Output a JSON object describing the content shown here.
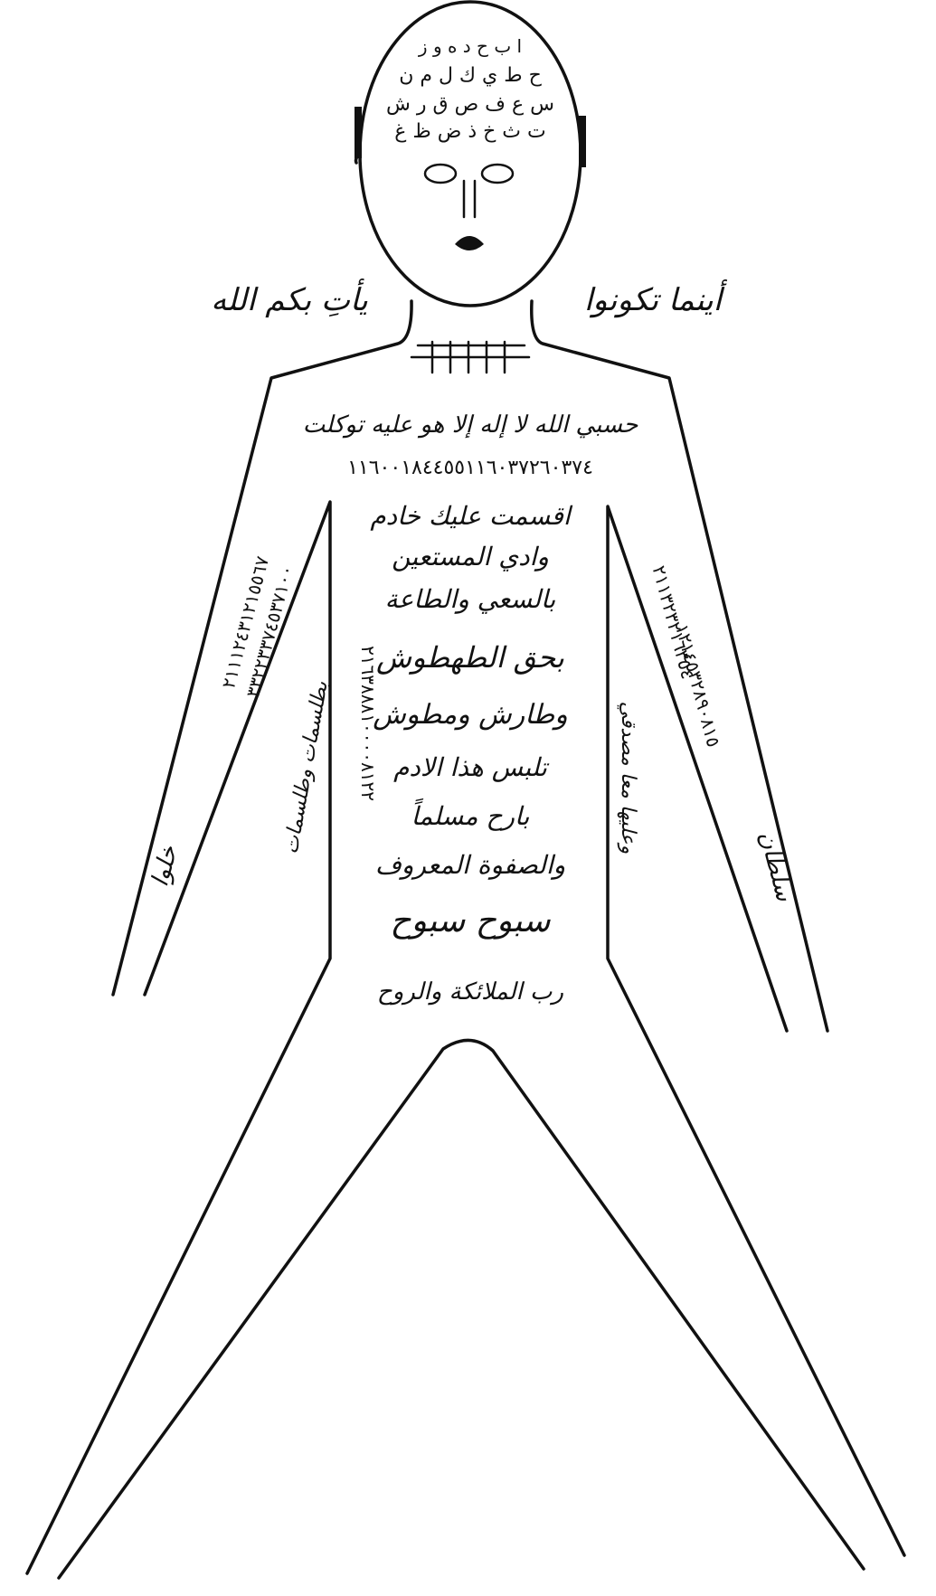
{
  "inscriptions": {
    "beside_head_left": "يأتِ بكم الله",
    "beside_head_right": "أينما تكونوا",
    "head": [
      "ا ب ح د ه و ز",
      "ح ط ي ك ل م ن",
      "س ع ف ص ق ر ش",
      "ت ث خ ذ ض ظ غ"
    ],
    "shoulders_line": "حسبي الله لا إله إلا هو عليه توكلت",
    "numbers_line": "١١٦٠٠١٨٤٤٥٥١١٦٠٣٧٢٦٠٣٧٤",
    "torso": [
      "اقسمت عليك خادم",
      "وادي المستعين",
      "بالسعي والطاعة",
      "بحق الطهطوش",
      "وطارش ومطوش",
      "تلبس هذا الادم",
      "بارح مسلماً",
      "والصفوة المعروف",
      "سبوح سبوح",
      "رب الملائكة والروح"
    ],
    "torso_left_column": "٢١٦٣٨٨٨١٠٠٠٠٨١٢٢",
    "torso_left_edge": "بطلسمات وطلسمات",
    "torso_right_edge": "وعليها معا مصدقي",
    "left_arm_lines": [
      "٢١١١٢٤٣١٢١٥٥٦٧",
      "٣٣٢٢٣٣٧٤٥٣٧١٠٠"
    ],
    "left_hand": "خلوا",
    "right_arm_lines": [
      "٢١١٣٢٣٢١٦٣٥٤",
      "١٢١٤٥٣٢٨٩٠٨١٥"
    ],
    "right_hand": "سلطان"
  }
}
